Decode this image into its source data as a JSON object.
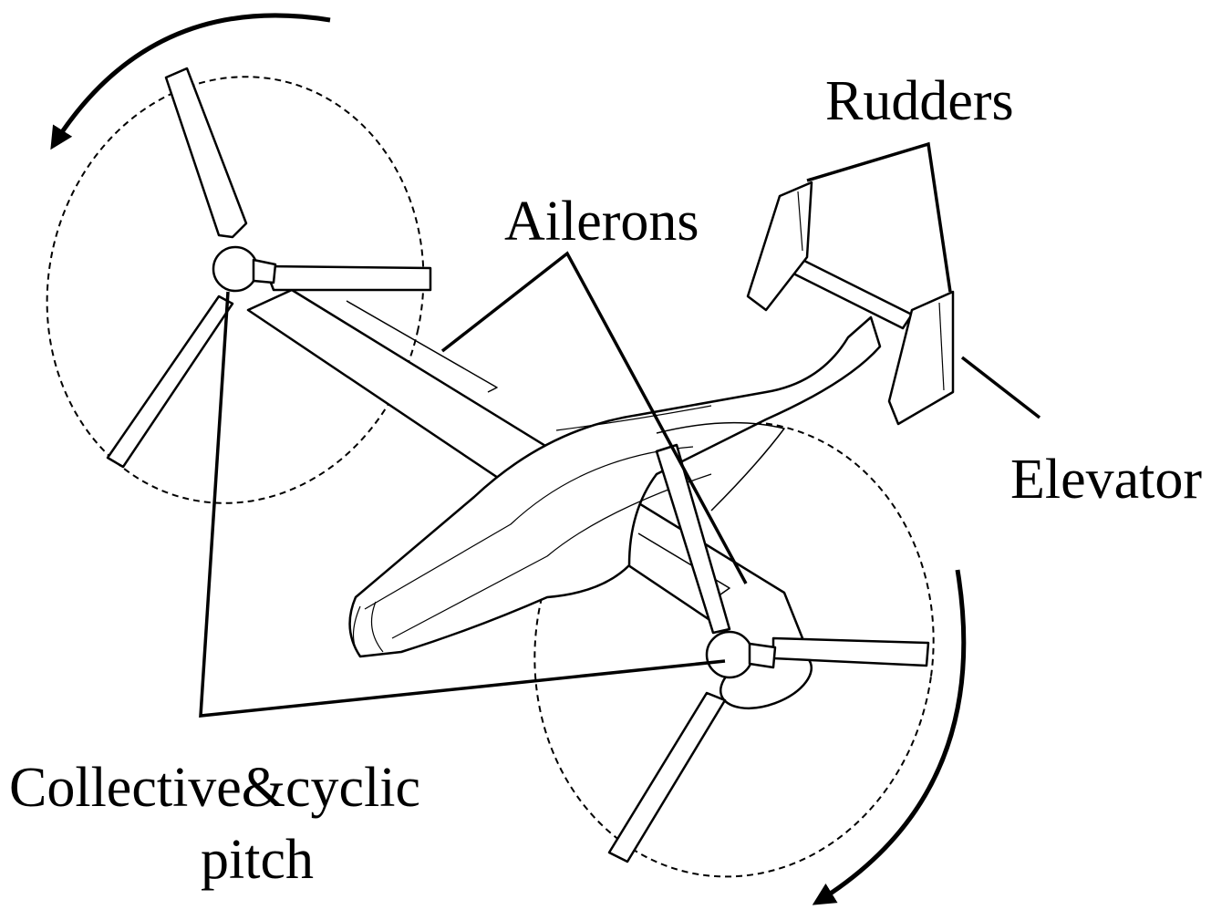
{
  "labels": {
    "rudders": "Rudders",
    "ailerons": "Ailerons",
    "elevator": "Elevator",
    "collective_line1": "Collective&cyclic",
    "collective_line2": "pitch"
  },
  "colors": {
    "ink": "#000000",
    "paper": "#ffffff"
  }
}
